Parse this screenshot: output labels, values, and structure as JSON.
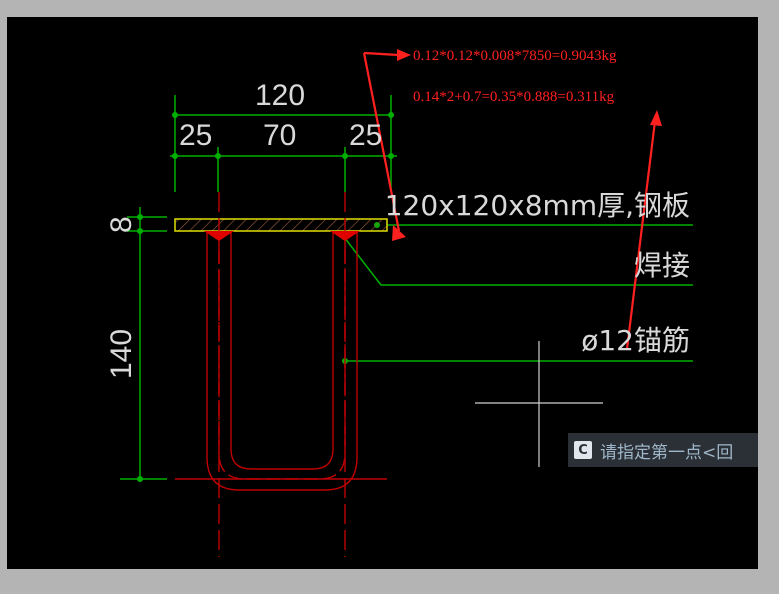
{
  "drawing": {
    "dimensions": {
      "overall_width": "120",
      "left_offset": "25",
      "center_width": "70",
      "right_offset": "25",
      "plate_thickness": "8",
      "anchor_depth": "140"
    },
    "labels": {
      "plate": "120x120x8mm厚,钢板",
      "weld": "焊接",
      "rebar": "ø12锚筋"
    },
    "annotations": {
      "plate_weight": "0.12*0.12*0.008*7850=0.9043kg",
      "rebar_weight": "0.14*2+0.7=0.35*0.888=0.311kg"
    },
    "colors": {
      "dimension_line": "#00b000",
      "rebar": "#c00000",
      "plate": "#e0e000",
      "annotation": "#ff2020",
      "text": "#d9d9d9"
    }
  },
  "command_line": {
    "icon": "cad-command-icon",
    "icon_letter": "C",
    "prompt": "请指定第一点<回"
  }
}
